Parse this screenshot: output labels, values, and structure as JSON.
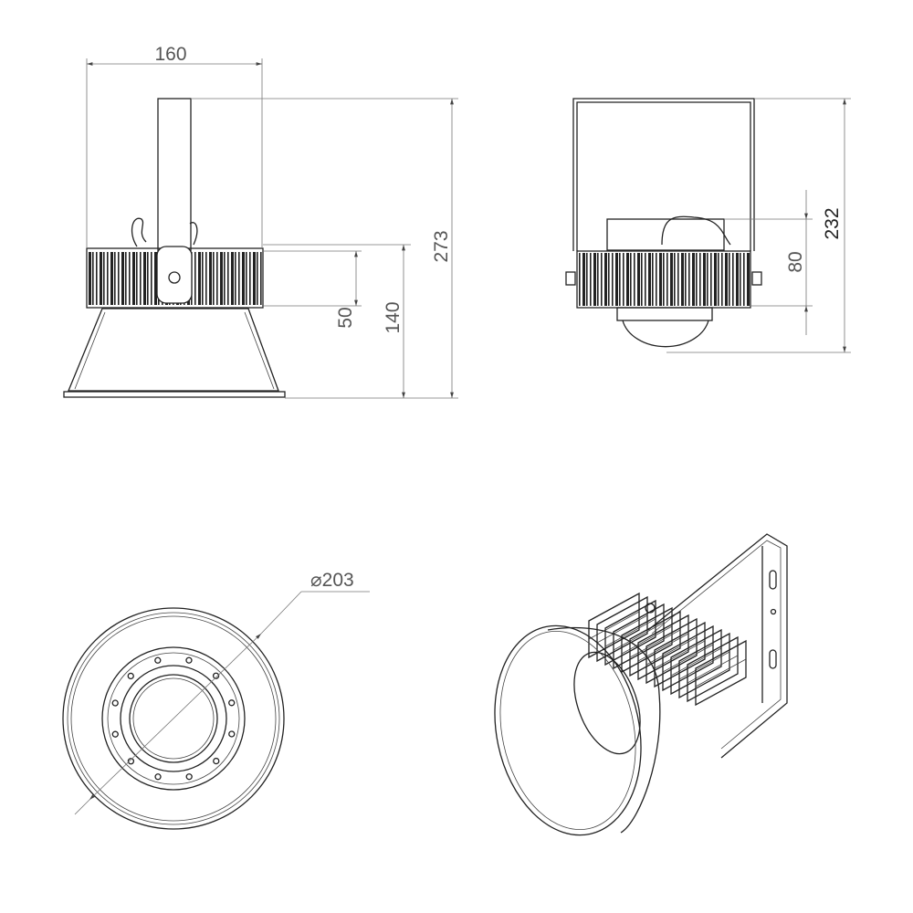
{
  "drawing": {
    "front_view": {
      "dimensions": {
        "width": "160",
        "height_total": "273",
        "height_reflector": "140",
        "height_ring": "50"
      }
    },
    "side_view": {
      "dimensions": {
        "height_total": "232",
        "height_body": "80"
      }
    },
    "bottom_view": {
      "dimensions": {
        "diameter": "⌀203"
      }
    },
    "isometric_view": {}
  },
  "colors": {
    "line": "#222222",
    "dimension": "#777777",
    "text": "#555555"
  }
}
